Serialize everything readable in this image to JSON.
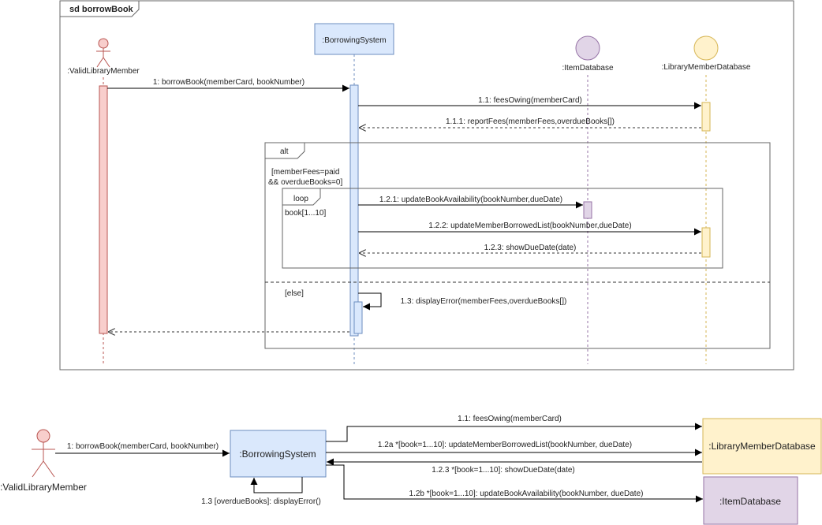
{
  "frame": {
    "title": "sd borrowBook"
  },
  "sequence": {
    "participants": {
      "member": ":ValidLibraryMember",
      "system": ":BorrowingSystem",
      "item_db": ":ItemDatabase",
      "member_db": ":LibraryMemberDatabase"
    },
    "messages": {
      "m1": "1: borrowBook(memberCard, bookNumber)",
      "m1_1": "1.1: feesOwing(memberCard)",
      "m1_1_1": "1.1.1: reportFees(memberFees,overdueBooks[])",
      "m1_2_1": "1.2.1: updateBookAvailability(bookNumber,dueDate)",
      "m1_2_2": "1.2.2: updateMemberBorrowedList(bookNumber,dueDate)",
      "m1_2_3": "1.2.3: showDueDate(date)",
      "m1_3": "1.3: displayError(memberFees,overdueBooks[])"
    },
    "alt": {
      "label": "alt",
      "guard_line1": "[memberFees=paid",
      "guard_line2": "&& overdueBooks=0]",
      "else_guard": "[else]"
    },
    "loop": {
      "label": "loop",
      "guard": "book[1...10]"
    }
  },
  "communication": {
    "objects": {
      "member": ":ValidLibraryMember",
      "system": ":BorrowingSystem",
      "member_db": ":LibraryMemberDatabase",
      "item_db": ":ItemDatabase"
    },
    "messages": {
      "c1": "1: borrowBook(memberCard, bookNumber)",
      "c1_1": "1.1: feesOwing(memberCard)",
      "c1_2a": "1.2a *[book=1...10]: updateMemberBorrowedList(bookNumber, dueDate)",
      "c1_2_3": "1.2.3 *[book=1...10]: showDueDate(date)",
      "c1_2b": "1.2b *[book=1...10]: updateBookAvailability(bookNumber, dueDate)",
      "c1_3": "1.3 [overdueBooks]: displayError()"
    }
  },
  "colors": {
    "member_fill": "#f8cecc",
    "member_stroke": "#b85450",
    "system_fill": "#dae8fc",
    "system_stroke": "#6c8ebf",
    "item_fill": "#e1d5e7",
    "item_stroke": "#9673a6",
    "db_fill": "#fff2cc",
    "db_stroke": "#d6b656"
  }
}
